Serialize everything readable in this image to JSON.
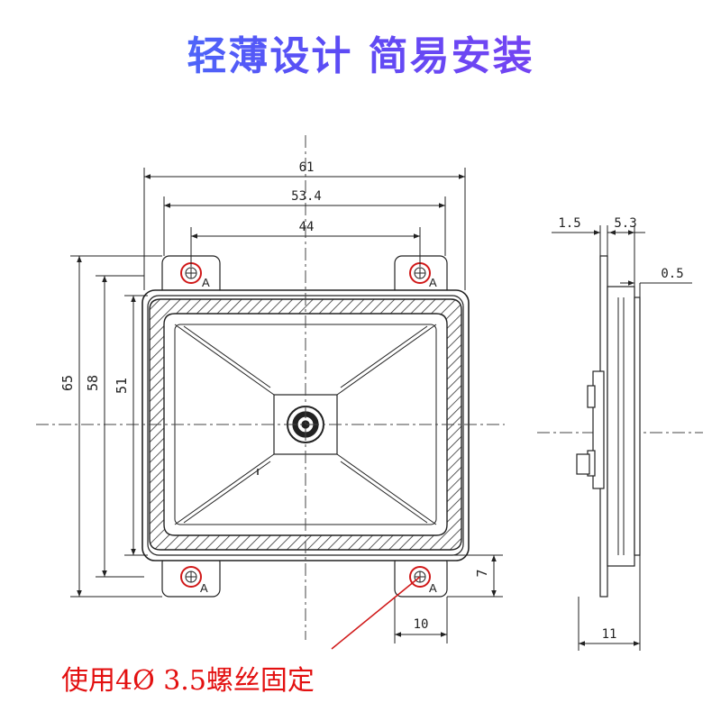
{
  "title": "轻薄设计 简易安装",
  "note": "使用4Ø 3.5螺丝固定",
  "dimensions": {
    "width_outer": "61",
    "width_mid": "53.4",
    "width_hole": "44",
    "height_outer": "65",
    "height_mid": "58",
    "height_inner": "51",
    "tab_height": "7",
    "tab_width": "10",
    "side_flange": "1.5",
    "side_body": "5.3",
    "side_lip": "0.5",
    "side_total": "11"
  },
  "hole_marker": "A",
  "colors": {
    "title_start": "#3a86ff",
    "title_end": "#8a3cf0",
    "note": "#e31010",
    "hole_circle": "#d01818"
  }
}
